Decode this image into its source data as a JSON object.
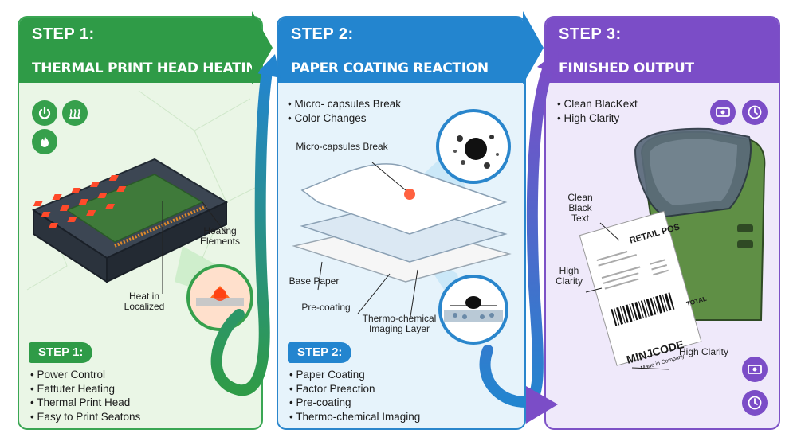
{
  "step1": {
    "step_label": "STEP 1:",
    "title": "Thermal Print Head Heating",
    "labels": {
      "heating_elements": "Heating Elements",
      "heat_localized": "Heat in Localized"
    },
    "sub_badge": "STEP 1:",
    "list": [
      "Power Control",
      "Eattuter Heating",
      "Thermal Print Head",
      "Easy to Print Seatons"
    ],
    "icons": [
      "power-icon",
      "heat-waves-icon",
      "flame-icon"
    ]
  },
  "step2": {
    "step_label": "STEP 2:",
    "title": "Paper Coating Reaction",
    "top_bullets": [
      "Micro- capsules Break",
      "Color Changes"
    ],
    "labels": {
      "micro_capsules": "Micro-capsules Break",
      "base_paper": "Base Paper",
      "pre_coating": "Pre-coating",
      "imaging_layer": "Thermo-chemical Imaging Layer"
    },
    "sub_badge": "STEP 2:",
    "list": [
      "Paper Coating",
      "Factor Preaction",
      "Pre-coating",
      "Thermo-chemical Imaging"
    ]
  },
  "step3": {
    "step_label": "STEP 3:",
    "title": "Finished Output",
    "top_bullets": [
      "Clean BlacKext",
      "High Clarity"
    ],
    "labels": {
      "clean_black": "Clean Black Text",
      "high_clarity_left": "High Clarity",
      "high_clarity_bottom": "High Clarity"
    },
    "receipt": {
      "header": "RETAIL POS",
      "brand": "MINJCODE",
      "made_in": "Made in Company",
      "total": "TOTAL"
    },
    "icons": [
      "money-icon",
      "clock-icon",
      "money-icon",
      "clock-icon"
    ]
  },
  "colors": {
    "green": "#2f9b47",
    "blue": "#2385cf",
    "purple": "#7b4dc7"
  }
}
